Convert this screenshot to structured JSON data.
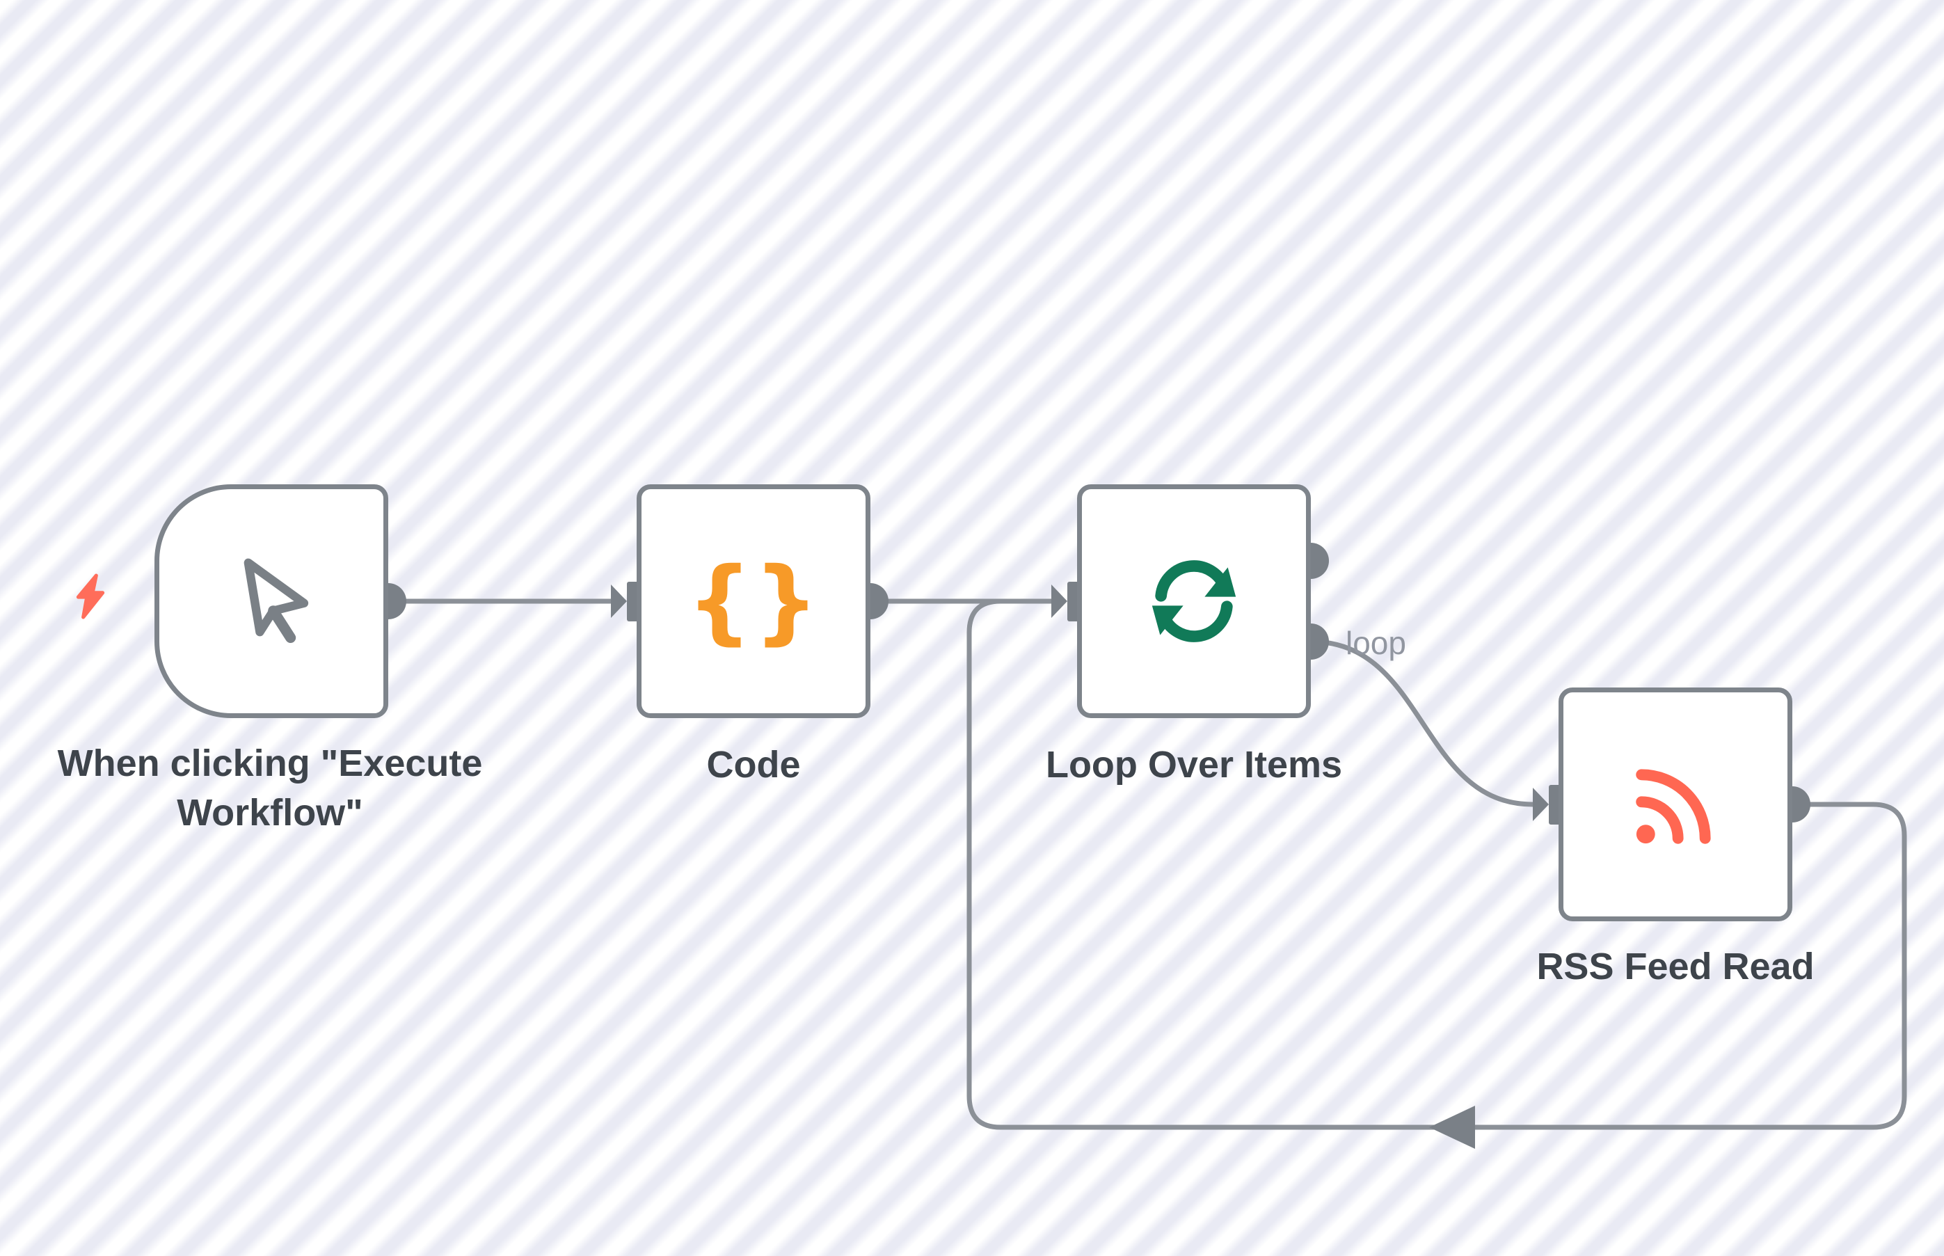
{
  "app": "workflow-canvas",
  "colors": {
    "background_stripe": "#e9eaf4",
    "node_border": "#7e848b",
    "node_fill": "#ffffff",
    "wire": "#8b9097",
    "endpoint": "#7a8087",
    "node_label": "#3e444b",
    "output_label": "#9196a0",
    "trigger_bolt": "#ff6d5a",
    "code_icon": "#f79a28",
    "loop_icon": "#117a58",
    "rss_icon": "#ff6752",
    "cursor_icon": "#7a8086"
  },
  "nodes": [
    {
      "id": "manual_trigger",
      "label": "When clicking \"Execute Workflow\"",
      "icon": "mouse-pointer",
      "shape": "trigger-rounded-left"
    },
    {
      "id": "code",
      "label": "Code",
      "icon": "code-braces",
      "glyph": "{}"
    },
    {
      "id": "loop_over_items",
      "label": "Loop Over Items",
      "icon": "sync-arrows",
      "outputs": [
        {
          "label": ""
        },
        {
          "label": "loop"
        }
      ]
    },
    {
      "id": "rss_feed_read",
      "label": "RSS Feed Read",
      "icon": "rss"
    }
  ],
  "connections": [
    {
      "from": "manual_trigger",
      "to": "code"
    },
    {
      "from": "code",
      "to": "loop_over_items"
    },
    {
      "from": "loop_over_items",
      "output": "loop",
      "to": "rss_feed_read"
    },
    {
      "from": "rss_feed_read",
      "to": "loop_over_items",
      "kind": "loopback"
    }
  ]
}
